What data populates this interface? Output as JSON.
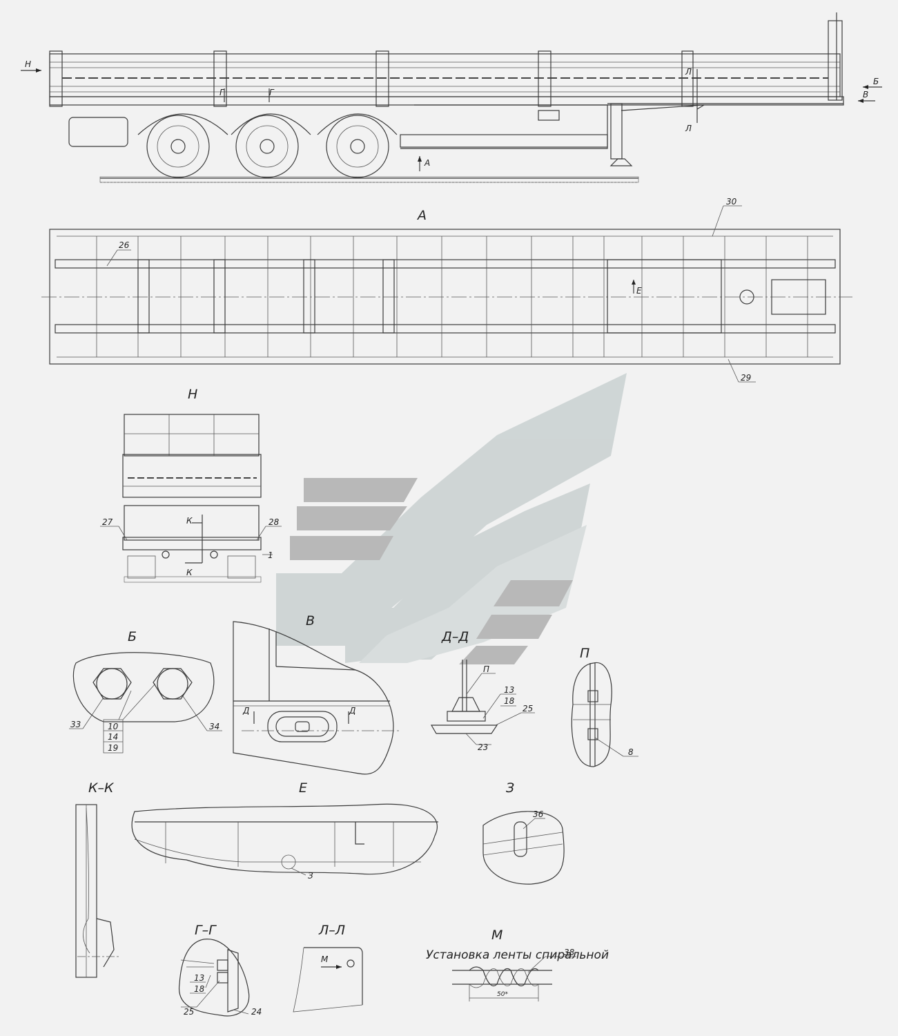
{
  "views": {
    "A": "А",
    "N": "Н",
    "B": "Б",
    "V": "В",
    "DD": "Д–Д",
    "P": "П",
    "KK": "К–К",
    "E": "Е",
    "Z": "З",
    "GG": "Г–Г",
    "LL": "Л–Л",
    "M": "М"
  },
  "markers": {
    "H_arrow": "Н",
    "B_arrow": "Б",
    "V_arrow": "В",
    "G_arrow_1": "Г",
    "G_arrow_2": "Г",
    "L_arrow_1": "Л",
    "L_arrow_2": "Л",
    "A_arrow": "А",
    "E_arrow": "Е",
    "K_arrow_1": "К",
    "K_arrow_2": "К",
    "D_arrow_1": "Д",
    "D_arrow_2": "Д",
    "P_label": "П",
    "Z_label": "З",
    "M_arrow": "М"
  },
  "callouts": {
    "c30": "30",
    "c26": "26",
    "c29": "29",
    "c27": "27",
    "c28": "28",
    "c1": "1",
    "c33": "33",
    "c10": "10",
    "c14": "14",
    "c19": "19",
    "c34": "34",
    "c13a": "13",
    "c18a": "18",
    "c25a": "25",
    "c23": "23",
    "c8": "8",
    "c36": "36",
    "c13b": "13",
    "c18b": "18",
    "c25b": "25",
    "c24": "24",
    "c38": "38"
  },
  "spiral_title": "Установка ленты спиральной",
  "dimension": "50*"
}
